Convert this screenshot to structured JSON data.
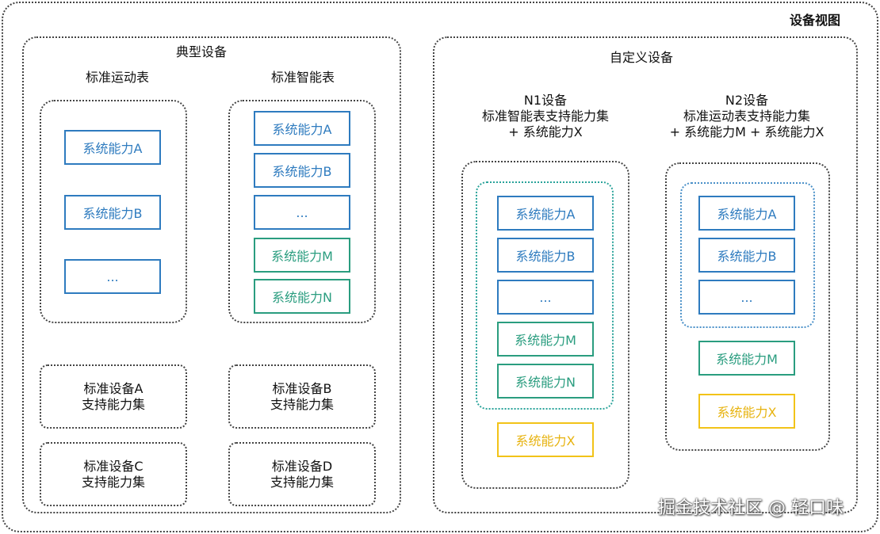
{
  "view_title": "设备视图",
  "typical": {
    "title": "典型设备",
    "sport_watch": {
      "title": "标准运动表",
      "items": [
        "系统能力A",
        "系统能力B",
        "..."
      ]
    },
    "smart_watch": {
      "title": "标准智能表",
      "items": [
        "系统能力A",
        "系统能力B",
        "...",
        "系统能力M",
        "系统能力N"
      ]
    },
    "standard_devices": [
      {
        "line1": "标准设备A",
        "line2": "支持能力集"
      },
      {
        "line1": "标准设备B",
        "line2": "支持能力集"
      },
      {
        "line1": "标准设备C",
        "line2": "支持能力集"
      },
      {
        "line1": "标准设备D",
        "line2": "支持能力集"
      }
    ]
  },
  "custom": {
    "title": "自定义设备",
    "n1": {
      "line1": "N1设备",
      "line2": "标准智能表支持能力集",
      "line3": "+ 系统能力X",
      "items": [
        "系统能力A",
        "系统能力B",
        "...",
        "系统能力M",
        "系统能力N"
      ],
      "extra": "系统能力X"
    },
    "n2": {
      "line1": "N2设备",
      "line2": "标准运动表支持能力集",
      "line3": "+ 系统能力M + 系统能力X",
      "items": [
        "系统能力A",
        "系统能力B",
        "..."
      ],
      "extra_m": "系统能力M",
      "extra_x": "系统能力X"
    }
  },
  "watermark": "掘金技术社区 @ 轻口味",
  "colors": {
    "blue": "#2e7bbf",
    "green": "#2a9d7f",
    "yellow": "#f2c318",
    "border": "#444444"
  }
}
